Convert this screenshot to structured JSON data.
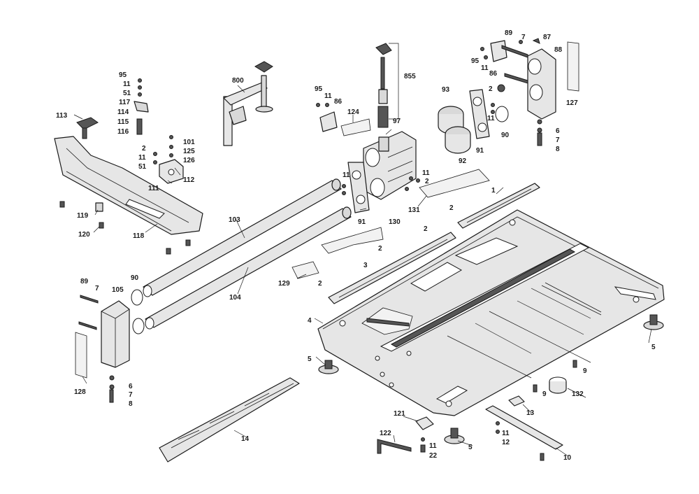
{
  "diagram": {
    "labels": [
      {
        "id": "l113",
        "text": "113"
      },
      {
        "id": "l95a",
        "text": "95"
      },
      {
        "id": "l11a",
        "text": "11"
      },
      {
        "id": "l51a",
        "text": "51"
      },
      {
        "id": "l117",
        "text": "117"
      },
      {
        "id": "l114",
        "text": "114"
      },
      {
        "id": "l115",
        "text": "115"
      },
      {
        "id": "l116",
        "text": "116"
      },
      {
        "id": "l2a",
        "text": "2"
      },
      {
        "id": "l11b",
        "text": "11"
      },
      {
        "id": "l51b",
        "text": "51"
      },
      {
        "id": "l111",
        "text": "111"
      },
      {
        "id": "l101",
        "text": "101"
      },
      {
        "id": "l125",
        "text": "125"
      },
      {
        "id": "l126",
        "text": "126"
      },
      {
        "id": "l112",
        "text": "112"
      },
      {
        "id": "l119",
        "text": "119"
      },
      {
        "id": "l120",
        "text": "120"
      },
      {
        "id": "l118",
        "text": "118"
      },
      {
        "id": "l800",
        "text": "800"
      },
      {
        "id": "l95b",
        "text": "95"
      },
      {
        "id": "l11c",
        "text": "11"
      },
      {
        "id": "l86a",
        "text": "86"
      },
      {
        "id": "l124",
        "text": "124"
      },
      {
        "id": "l855",
        "text": "855"
      },
      {
        "id": "l97",
        "text": "97"
      },
      {
        "id": "l93",
        "text": "93"
      },
      {
        "id": "l2b",
        "text": "2"
      },
      {
        "id": "l11d",
        "text": "11"
      },
      {
        "id": "l90a",
        "text": "90"
      },
      {
        "id": "l91a",
        "text": "91"
      },
      {
        "id": "l92",
        "text": "92"
      },
      {
        "id": "l89a",
        "text": "89"
      },
      {
        "id": "l7a",
        "text": "7"
      },
      {
        "id": "l87",
        "text": "87"
      },
      {
        "id": "l88",
        "text": "88"
      },
      {
        "id": "l95c",
        "text": "95"
      },
      {
        "id": "l11e",
        "text": "11"
      },
      {
        "id": "l86b",
        "text": "86"
      },
      {
        "id": "l127",
        "text": "127"
      },
      {
        "id": "l6a",
        "text": "6"
      },
      {
        "id": "l7b",
        "text": "7"
      },
      {
        "id": "l8a",
        "text": "8"
      },
      {
        "id": "l11f",
        "text": "11"
      },
      {
        "id": "l11g",
        "text": "11"
      },
      {
        "id": "l2c",
        "text": "2"
      },
      {
        "id": "l91b",
        "text": "91"
      },
      {
        "id": "l131",
        "text": "131"
      },
      {
        "id": "l2d",
        "text": "2"
      },
      {
        "id": "l1",
        "text": "1"
      },
      {
        "id": "l103",
        "text": "103"
      },
      {
        "id": "l130",
        "text": "130"
      },
      {
        "id": "l2e",
        "text": "2"
      },
      {
        "id": "l2f",
        "text": "2"
      },
      {
        "id": "l3",
        "text": "3"
      },
      {
        "id": "l129",
        "text": "129"
      },
      {
        "id": "l2g",
        "text": "2"
      },
      {
        "id": "l104",
        "text": "104"
      },
      {
        "id": "l89b",
        "text": "89"
      },
      {
        "id": "l7c",
        "text": "7"
      },
      {
        "id": "l105",
        "text": "105"
      },
      {
        "id": "l90b",
        "text": "90"
      },
      {
        "id": "l4",
        "text": "4"
      },
      {
        "id": "l5a",
        "text": "5"
      },
      {
        "id": "l5b",
        "text": "5"
      },
      {
        "id": "l128",
        "text": "128"
      },
      {
        "id": "l6b",
        "text": "6"
      },
      {
        "id": "l7d",
        "text": "7"
      },
      {
        "id": "l8b",
        "text": "8"
      },
      {
        "id": "l9a",
        "text": "9"
      },
      {
        "id": "l9b",
        "text": "9"
      },
      {
        "id": "l132",
        "text": "132"
      },
      {
        "id": "l13",
        "text": "13"
      },
      {
        "id": "l14",
        "text": "14"
      },
      {
        "id": "l121",
        "text": "121"
      },
      {
        "id": "l122",
        "text": "122"
      },
      {
        "id": "l11h",
        "text": "11"
      },
      {
        "id": "l22",
        "text": "22"
      },
      {
        "id": "l5c",
        "text": "5"
      },
      {
        "id": "l11i",
        "text": "11"
      },
      {
        "id": "l12",
        "text": "12"
      },
      {
        "id": "l10",
        "text": "10"
      }
    ]
  }
}
